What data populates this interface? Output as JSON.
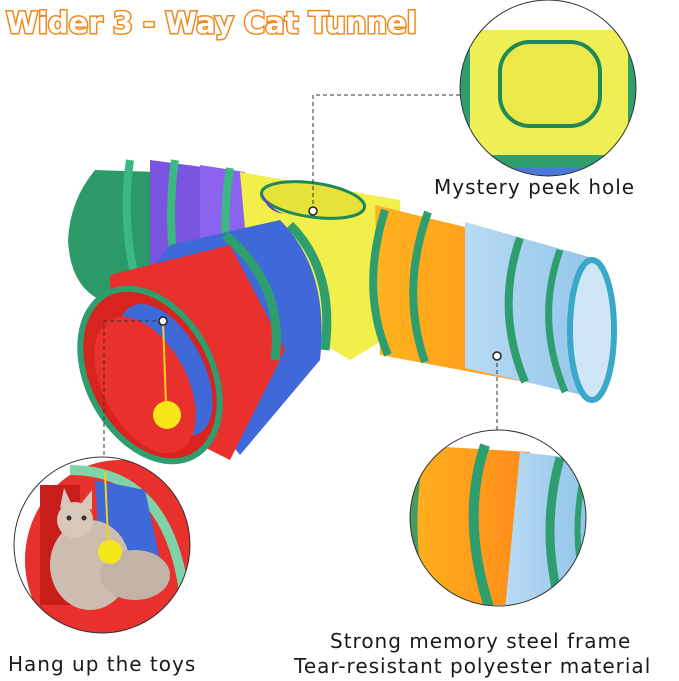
{
  "title": "Wider 3 - Way Cat Tunnel",
  "callouts": [
    {
      "id": "peek-hole",
      "label": "Mystery peek hole"
    },
    {
      "id": "toys",
      "label": "Hang up the toys"
    },
    {
      "id": "frame",
      "label_line1": "Strong memory steel frame",
      "label_line2": "Tear-resistant polyester material"
    }
  ],
  "colors": {
    "title_outline": "#f08a1c",
    "green_ring": "#2e9e6e",
    "purple": "#7a55e0",
    "yellow": "#f2ee4a",
    "orange": "#ff9a1f",
    "light_blue": "#9fcdef",
    "red": "#e8302c",
    "blue": "#3f68d8"
  }
}
